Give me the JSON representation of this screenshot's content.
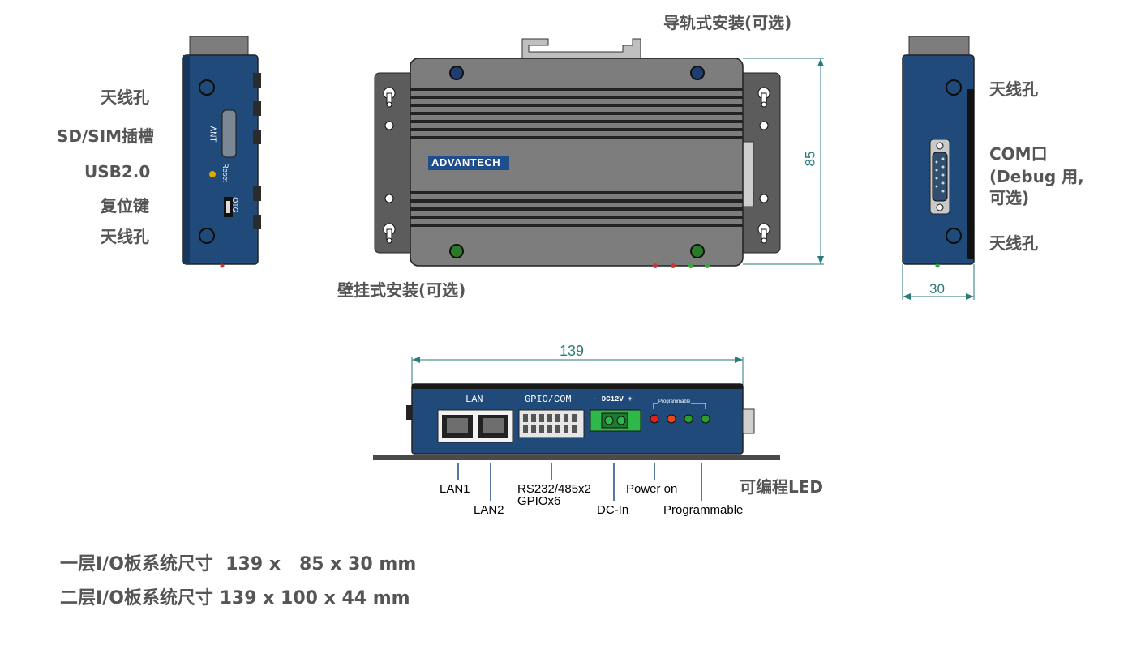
{
  "left_view": {
    "labels": {
      "antenna_top": "天线孔",
      "sd_sim": "SD/SIM插槽",
      "usb": "USB2.0",
      "reset": "复位键",
      "antenna_bottom": "天线孔"
    },
    "panel_text": {
      "ant": "ANT",
      "reset": "Reset",
      "otg": "OTG"
    }
  },
  "front_view": {
    "din_rail": "导轨式安装(可选)",
    "wall_mount": "壁挂式安装(可选)",
    "logo": "ADVANTECH",
    "height_dim": "85"
  },
  "right_view": {
    "antenna_top": "天线孔",
    "com_port_line1": "COM口",
    "com_port_line2": "(Debug 用,",
    "com_port_line3": "可选)",
    "antenna_bottom": "天线孔",
    "width_dim": "30"
  },
  "bottom_view": {
    "length_dim": "139",
    "panel_text": {
      "lan": "LAN",
      "gpio_com": "GPIO/COM",
      "dc": "-  DC12V  +",
      "programmable": "Programmable"
    },
    "labels": {
      "lan1": "LAN1",
      "lan2": "LAN2",
      "rs232_line1": "RS232/485x2",
      "rs232_line2": "GPIOx6",
      "dc_in": "DC-In",
      "power_on": "Power on",
      "programmable": "Programmable",
      "prog_led": "可编程LED"
    }
  },
  "specs": {
    "one_layer": "一层I/O板系统尺寸  139 x   85 x 30 mm",
    "two_layer": "二层I/O板系统尺寸 139 x 100 x 44 mm"
  },
  "colors": {
    "device_blue": "#1f4a7a",
    "device_gray": "#7a7a7a",
    "bracket_gray": "#5c5c5c",
    "dimension_teal": "#2a7a7a",
    "label_gray": "#555555",
    "terminal_green": "#2fb84a"
  }
}
